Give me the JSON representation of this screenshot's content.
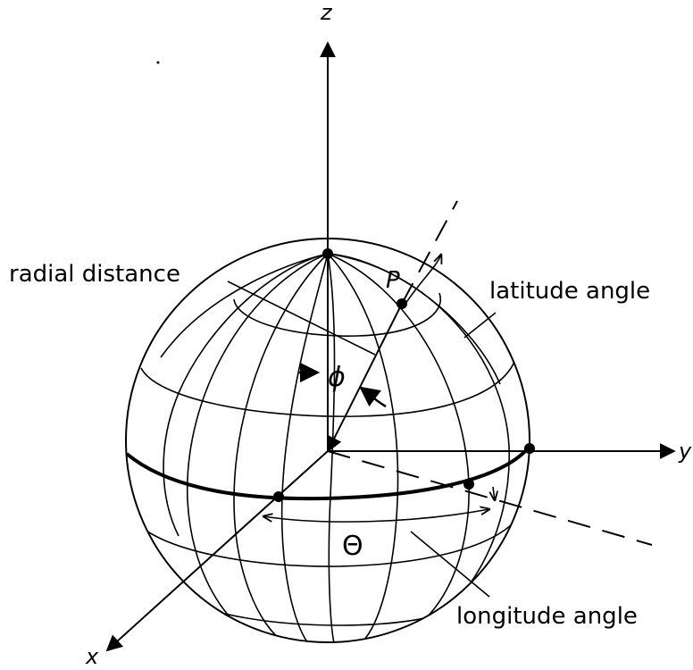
{
  "axes": {
    "x": "x",
    "y": "y",
    "z": "z"
  },
  "point_label": "P",
  "labels": {
    "radial_distance": "radial distance",
    "latitude_angle": "latitude angle",
    "longitude_angle": "longitude angle"
  },
  "symbols": {
    "phi": "ϕ",
    "theta": "Θ"
  },
  "colors": {
    "ink": "#000000",
    "background": "#ffffff"
  }
}
